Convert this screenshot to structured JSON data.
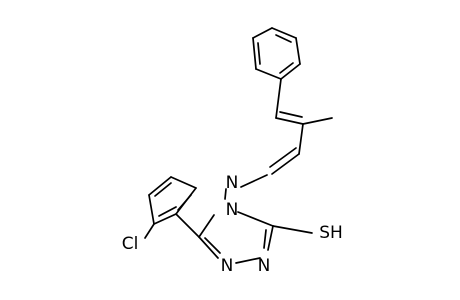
{
  "structure": {
    "atoms": {
      "sh": "SH",
      "cl": "Cl",
      "n_amine": "N",
      "n_imine": "N",
      "n_ring_a": "N",
      "n_ring_b": "N"
    }
  }
}
